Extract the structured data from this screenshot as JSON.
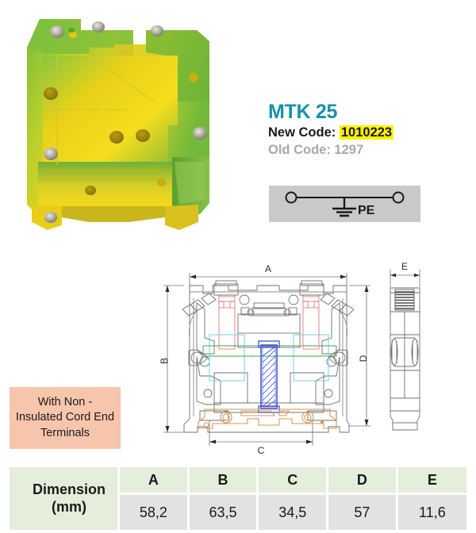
{
  "product": {
    "model_title": "MTK 25",
    "new_code_label": "New Code:",
    "new_code_value": "1010223",
    "old_code_label": "Old Code:",
    "old_code_value": "1297",
    "title_color": "#1592a8",
    "highlight_color": "#fff200",
    "old_code_color": "#a9a9a9"
  },
  "photo": {
    "alt": "green-yellow PE terminal block",
    "body_green": "#7dbf3f",
    "body_yellow": "#f2d21a",
    "accent_green": "#57a62e"
  },
  "schematic": {
    "label": "PE",
    "box_color": "#c9c9c9",
    "line_color": "#1a1a1a"
  },
  "note": {
    "line1": "With Non -",
    "line2": "Insulated Cord End",
    "line3": "Terminals",
    "background": "#f7c5ab"
  },
  "drawing": {
    "dim_a": "A",
    "dim_b": "B",
    "dim_c": "C",
    "dim_d": "D",
    "dim_e": "E",
    "stroke": "#6d6d6d",
    "accent_red": "#f08c8c",
    "accent_cyan": "#7fd8e8",
    "accent_green": "#4caf50",
    "accent_blue": "#3a4fd8",
    "accent_orange": "#e0a060"
  },
  "table": {
    "row_label_line1": "Dimension",
    "row_label_line2": "(mm)",
    "headers": [
      "A",
      "B",
      "C",
      "D",
      "E"
    ],
    "values": [
      "58,2",
      "63,5",
      "34,5",
      "57",
      "11,6"
    ],
    "header_bg": "#e4eedb",
    "value_bg": "#e2e2e2"
  }
}
